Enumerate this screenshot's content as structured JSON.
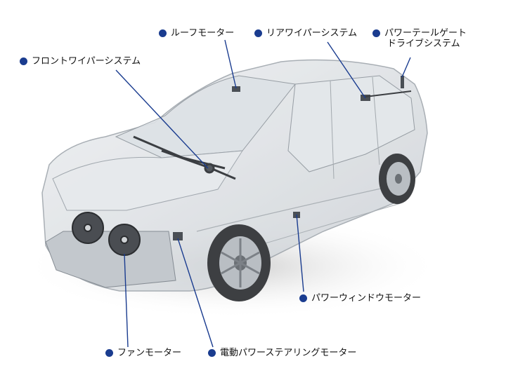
{
  "colors": {
    "dot": "#1a3c8f",
    "leader": "#1a3c8f",
    "text": "#111111"
  },
  "callouts": {
    "roof_motor": "ルーフモーター",
    "rear_wiper": "リアワイパーシステム",
    "power_tailgate_line1": "パワーテールゲート",
    "power_tailgate_line2": "ドライブシステム",
    "front_wiper": "フロントワイパーシステム",
    "power_window_motor": "パワーウィンドウモーター",
    "fan_motor": "ファンモーター",
    "eps_motor": "電動パワーステアリングモーター"
  }
}
